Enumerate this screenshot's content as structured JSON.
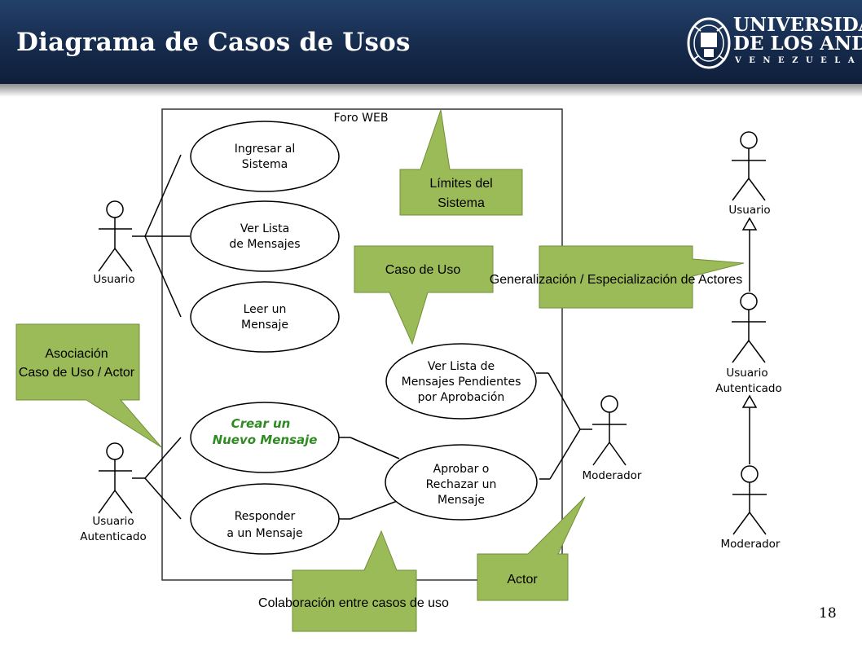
{
  "slide": {
    "title": "Diagrama de Casos de Usos",
    "page_number": "18"
  },
  "logo": {
    "line1": "UNIVERSIDAD",
    "line2": "DE LOS ANDES",
    "line3": "VENEZUELA"
  },
  "diagram": {
    "system_boundary_label": "Foro WEB",
    "use_cases": {
      "ingresar": [
        "Ingresar al",
        "Sistema"
      ],
      "ver_lista": [
        "Ver Lista",
        "de Mensajes"
      ],
      "leer": [
        "Leer un",
        "Mensaje"
      ],
      "crear": [
        "Crear un",
        "Nuevo Mensaje"
      ],
      "responder": [
        "Responder",
        "a un Mensaje"
      ],
      "pendientes": [
        "Ver Lista de",
        "Mensajes Pendientes",
        "por Aprobación"
      ],
      "aprobar": [
        "Aprobar o",
        "Rechazar un",
        "Mensaje"
      ]
    },
    "actors": {
      "usuario": [
        "Usuario"
      ],
      "usuario_autenticado": [
        "Usuario",
        "Autenticado"
      ],
      "moderador": [
        "Moderador"
      ],
      "hier_usuario": [
        "Usuario"
      ],
      "hier_usuario_autenticado": [
        "Usuario",
        "Autenticado"
      ],
      "hier_moderador": [
        "Moderador"
      ]
    },
    "callouts": {
      "limites": [
        "Límites del",
        "Sistema"
      ],
      "caso_de_uso": "Caso de Uso",
      "generalizacion": "Generalización / Especialización de Actores",
      "asociacion": [
        "Asociación",
        "Caso de Uso / Actor"
      ],
      "actor": "Actor",
      "colaboracion": "Colaboración entre casos de uso"
    },
    "colors": {
      "callout_fill": "#9bbb59",
      "highlight_text": "#2e8b22"
    }
  }
}
